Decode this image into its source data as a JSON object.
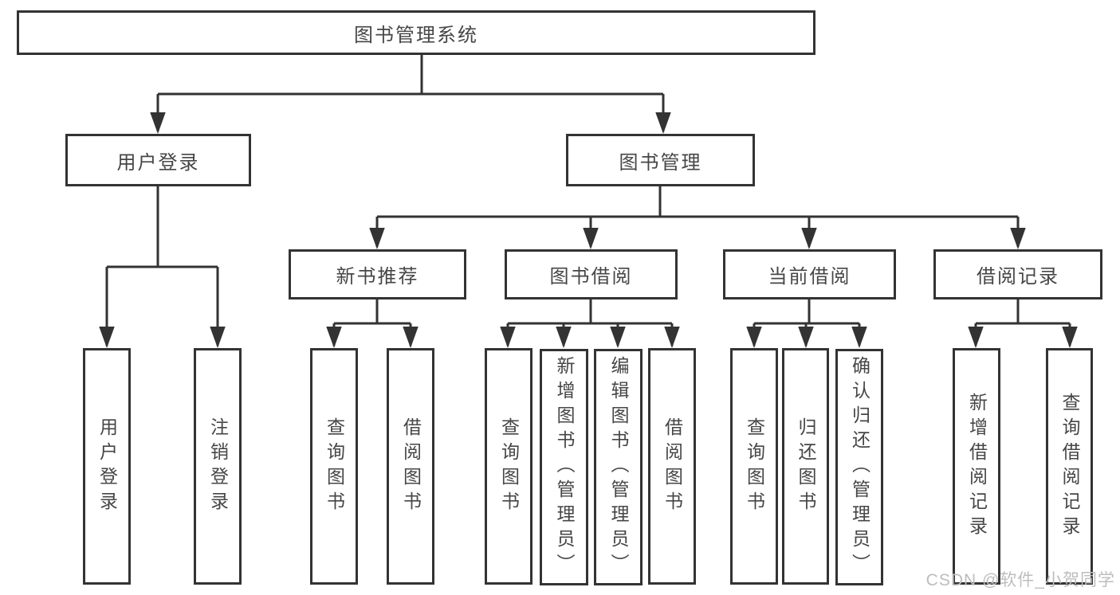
{
  "colors": {
    "line": "#333333",
    "text": "#464646",
    "box_fill": "#ffffff",
    "watermark": "#bdbdbd",
    "background": "#ffffff"
  },
  "root": {
    "label": "图书管理系统"
  },
  "level2": [
    {
      "id": "user-login",
      "label": "用户登录",
      "parent": "图书管理系统"
    },
    {
      "id": "book-management",
      "label": "图书管理",
      "parent": "图书管理系统"
    }
  ],
  "level3": [
    {
      "id": "new-book-recommend",
      "label": "新书推荐",
      "parent": "图书管理"
    },
    {
      "id": "book-borrow",
      "label": "图书借阅",
      "parent": "图书管理"
    },
    {
      "id": "current-borrow",
      "label": "当前借阅",
      "parent": "图书管理"
    },
    {
      "id": "borrow-records",
      "label": "借阅记录",
      "parent": "图书管理"
    }
  ],
  "leaves": [
    {
      "label": "用户登录",
      "parent": "用户登录"
    },
    {
      "label": "注销登录",
      "parent": "用户登录"
    },
    {
      "label": "查询图书",
      "parent": "新书推荐"
    },
    {
      "label": "借阅图书",
      "parent": "新书推荐"
    },
    {
      "label": "查询图书",
      "parent": "图书借阅"
    },
    {
      "label": "新增图书（管理员）",
      "parent": "图书借阅"
    },
    {
      "label": "编辑图书（管理员）",
      "parent": "图书借阅"
    },
    {
      "label": "借阅图书",
      "parent": "图书借阅"
    },
    {
      "label": "查询图书",
      "parent": "当前借阅"
    },
    {
      "label": "归还图书",
      "parent": "当前借阅"
    },
    {
      "label": "确认归还（管理员）",
      "parent": "当前借阅"
    },
    {
      "label": "新增借阅记录",
      "parent": "借阅记录"
    },
    {
      "label": "查询借阅记录",
      "parent": "借阅记录"
    }
  ],
  "watermark": {
    "text": "CSDN @软件_小贺同学"
  }
}
